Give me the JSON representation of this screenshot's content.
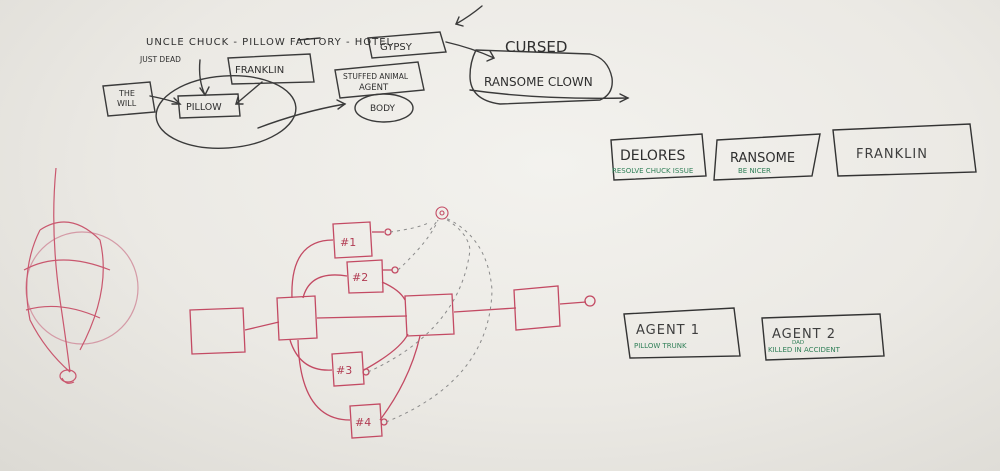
{
  "top": {
    "title": "UNCLE CHUCK - PILLOW FACTORY - HOTEL",
    "just_dead": "JUST DEAD",
    "the_will_line1": "THE",
    "the_will_line2": "WILL",
    "franklin_small": "FRANKLIN",
    "pillow": "PILLOW",
    "stuffed_line1": "STUFFED ANIMAL",
    "stuffed_line2": "AGENT",
    "body": "BODY",
    "gypsy": "GYPSY",
    "cursed": "CURSED",
    "ransome_clown": "RANSOME CLOWN"
  },
  "cards": {
    "delores_name": "DELORES",
    "delores_note": "RESOLVE CHUCK ISSUE",
    "ransome_name": "RANSOME",
    "ransome_note": "BE NICER",
    "franklin_name": "FRANKLIN",
    "agent1_name": "AGENT 1",
    "agent1_note": "PILLOW TRUNK",
    "agent2_name": "AGENT 2",
    "agent2_note_small": "DAD",
    "agent2_note": "KILLED IN ACCIDENT"
  },
  "diagram": {
    "box1": "#1",
    "box2": "#2",
    "box3": "#3",
    "box4": "#4"
  },
  "colors": {
    "board": "#ebe9e4",
    "black_marker": "#2f2f2f",
    "green_marker": "#2f7f57",
    "red_marker": "#b13b52"
  }
}
